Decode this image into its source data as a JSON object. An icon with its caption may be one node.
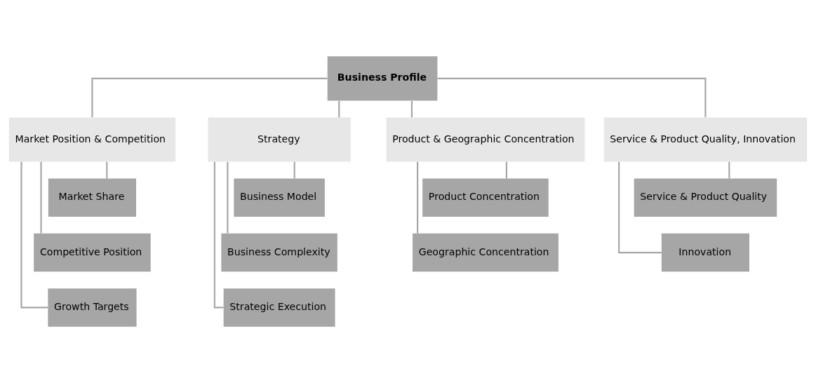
{
  "diagram": {
    "nodes": [
      {
        "text": [
          "Business Profile"
        ]
      },
      {
        "text": [
          "Market Position & Competition"
        ]
      },
      {
        "text": [
          "Market Share"
        ]
      },
      {
        "text": [
          "Competitive Position"
        ]
      },
      {
        "text": [
          "Growth Targets"
        ]
      },
      {
        "text": [
          "Strategy"
        ]
      },
      {
        "text": [
          "Business Model"
        ]
      },
      {
        "text": [
          "Business Complexity"
        ]
      },
      {
        "text": [
          "Strategic Execution"
        ]
      },
      {
        "text": [
          "Product & Geographic Concentration"
        ]
      },
      {
        "text": [
          "Product Concentration"
        ]
      },
      {
        "text": [
          "Geographic Concentration"
        ]
      },
      {
        "text": [
          "Service & Product Quality, Innovation"
        ]
      },
      {
        "text": [
          "Service & Product Quality"
        ]
      },
      {
        "text": [
          "Innovation"
        ]
      }
    ],
    "edges": [
      {
        "from": 0,
        "to": 1,
        "arrow": "none"
      },
      {
        "from": 0,
        "to": 5,
        "arrow": "none"
      },
      {
        "from": 0,
        "to": 9,
        "arrow": "none"
      },
      {
        "from": 0,
        "to": 12,
        "arrow": "none"
      },
      {
        "from": 1,
        "to": 2,
        "arrow": "none"
      },
      {
        "from": 1,
        "to": 3,
        "arrow": "none"
      },
      {
        "from": 1,
        "to": 4,
        "arrow": "none"
      },
      {
        "from": 5,
        "to": 6,
        "arrow": "none"
      },
      {
        "from": 5,
        "to": 7,
        "arrow": "none"
      },
      {
        "from": 5,
        "to": 8,
        "arrow": "none"
      },
      {
        "from": 9,
        "to": 10,
        "arrow": "none"
      },
      {
        "from": 9,
        "to": 11,
        "arrow": "none"
      },
      {
        "from": 12,
        "to": 13,
        "arrow": "none"
      },
      {
        "from": 12,
        "to": 14,
        "arrow": "none"
      }
    ]
  }
}
